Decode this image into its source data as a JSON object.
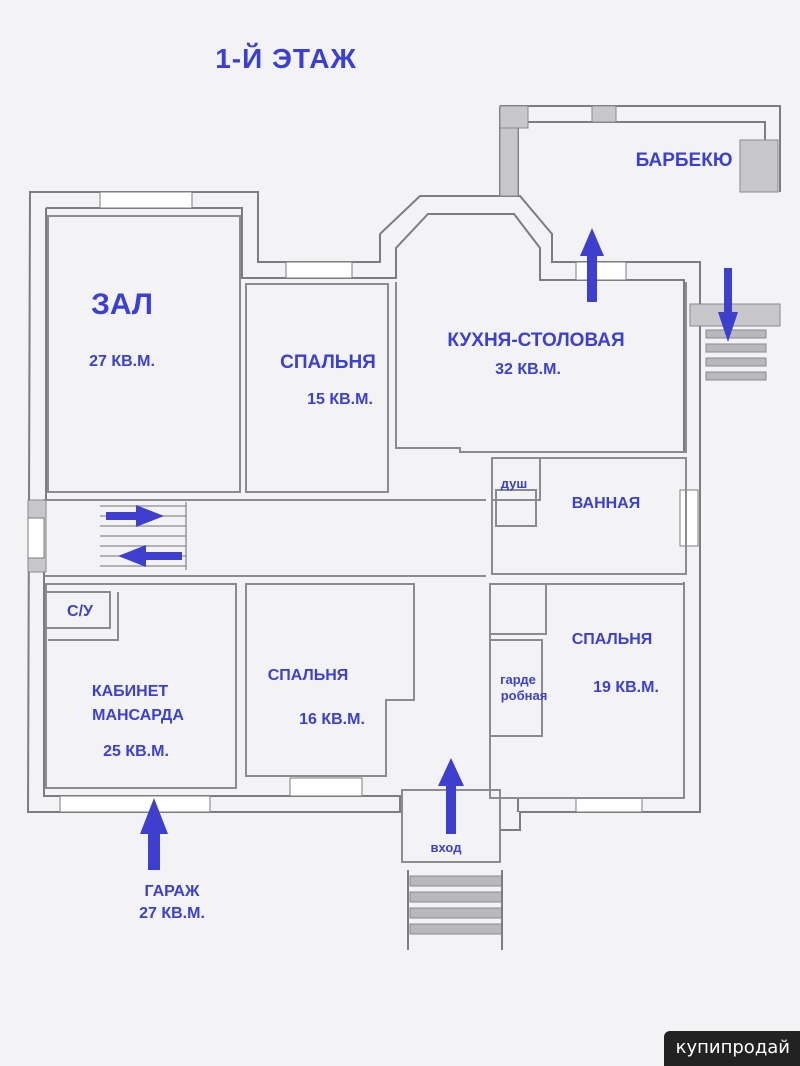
{
  "floor_title": "1-Й ЭТАЖ",
  "rooms": {
    "zal": {
      "name": "ЗАЛ",
      "area": "27 КВ.М."
    },
    "bedroom_north": {
      "name": "СПАЛЬНЯ",
      "area": "15 КВ.М."
    },
    "kitchen": {
      "name": "КУХНЯ-СТОЛОВАЯ",
      "area": "32 КВ.М."
    },
    "bbq": {
      "name": "БАРБЕКЮ"
    },
    "shower": {
      "name": "душ"
    },
    "bathroom": {
      "name": "ВАННАЯ"
    },
    "wc": {
      "name": "С/У"
    },
    "office": {
      "name_line1": "КАБИНЕТ",
      "name_line2": "МАНСАРДА",
      "area": "25 КВ.М."
    },
    "bedroom_middle": {
      "name": "СПАЛЬНЯ",
      "area": "16 КВ.М."
    },
    "wardrobe": {
      "name_line1": "гарде",
      "name_line2": "робная"
    },
    "bedroom_east": {
      "name": "СПАЛЬНЯ",
      "area": "19 КВ.М."
    },
    "entrance": {
      "name": "вход"
    },
    "garage": {
      "name": "ГАРАЖ",
      "area": "27 КВ.М."
    }
  },
  "watermark": "купипродай",
  "colors": {
    "label": "#3b3fd8",
    "wall": "#8a8a8a",
    "wall_fill": "#c9c9cc",
    "page": "#f4f4f6"
  }
}
